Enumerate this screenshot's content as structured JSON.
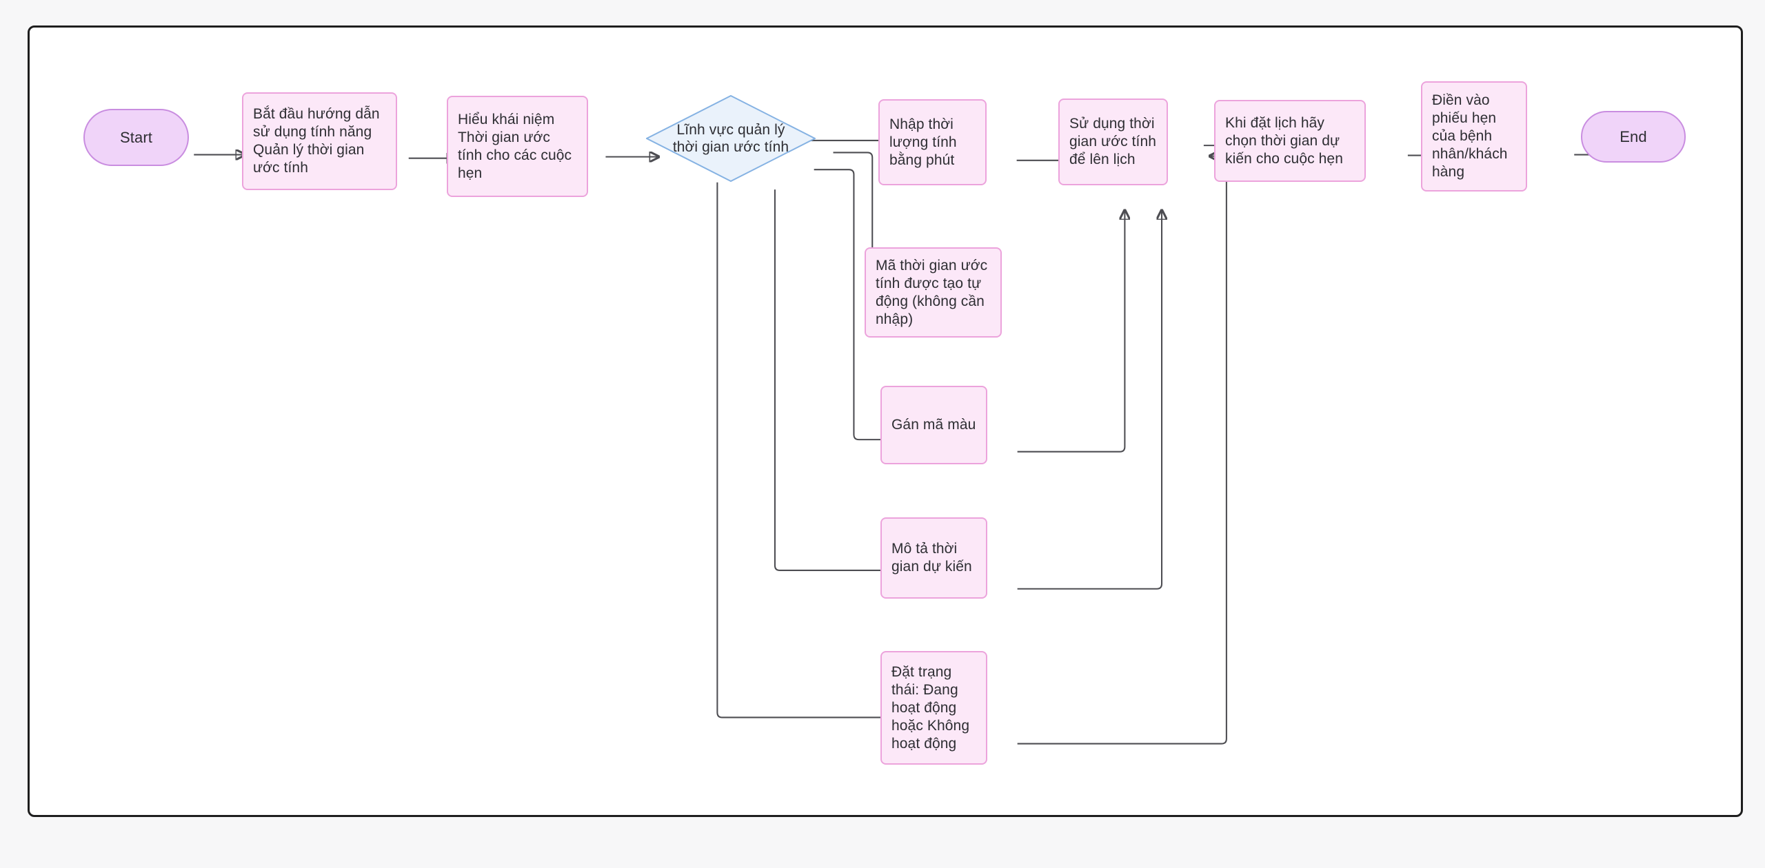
{
  "diagram": {
    "type": "flowchart",
    "direction": "left-to-right",
    "nodes": {
      "start": {
        "label": "Start",
        "shape": "stadium"
      },
      "intro": {
        "label": "Bắt đầu hướng dẫn sử dụng tính năng Quản lý thời gian ước tính",
        "shape": "rect"
      },
      "concept": {
        "label": "Hiểu khái niệm Thời gian ước tính cho các cuộc hẹn",
        "shape": "rect"
      },
      "decision": {
        "label": "Lĩnh vực quản lý thời gian ước tính",
        "shape": "diamond"
      },
      "duration": {
        "label": "Nhập thời lượng tính bằng phút",
        "shape": "rect"
      },
      "autocode": {
        "label": "Mã thời gian ước tính được tạo tự động (không cần nhập)",
        "shape": "rect"
      },
      "colorcode": {
        "label": "Gán mã màu",
        "shape": "rect"
      },
      "description": {
        "label": "Mô tả thời gian dự kiến",
        "shape": "rect"
      },
      "status": {
        "label": "Đặt trạng thái: Đang hoạt động hoặc Không hoạt động",
        "shape": "rect"
      },
      "use": {
        "label": "Sử dụng thời gian ước tính để lên lịch",
        "shape": "rect"
      },
      "booking": {
        "label": "Khi đặt lịch hãy chọn thời gian dự kiến cho cuộc hẹn",
        "shape": "rect"
      },
      "ticket": {
        "label": "Điền vào phiếu hẹn của bệnh nhân/khách hàng",
        "shape": "rect"
      },
      "end": {
        "label": "End",
        "shape": "stadium"
      }
    },
    "edges": [
      {
        "from": "start",
        "to": "intro"
      },
      {
        "from": "intro",
        "to": "concept"
      },
      {
        "from": "concept",
        "to": "decision"
      },
      {
        "from": "decision",
        "to": "duration"
      },
      {
        "from": "decision",
        "to": "autocode"
      },
      {
        "from": "decision",
        "to": "colorcode"
      },
      {
        "from": "decision",
        "to": "description"
      },
      {
        "from": "decision",
        "to": "status"
      },
      {
        "from": "duration",
        "to": "use"
      },
      {
        "from": "colorcode",
        "to": "use"
      },
      {
        "from": "description",
        "to": "use"
      },
      {
        "from": "status",
        "to": "use"
      },
      {
        "from": "use",
        "to": "booking"
      },
      {
        "from": "booking",
        "to": "ticket"
      },
      {
        "from": "ticket",
        "to": "end"
      }
    ],
    "colors": {
      "process_fill": "#fce8f8",
      "process_stroke": "#eca3dc",
      "terminal_fill": "#f0d4f9",
      "terminal_stroke": "#c98de0",
      "decision_fill": "#eaf2fb",
      "decision_stroke": "#85b2e3",
      "edge": "#4d4d52",
      "frame_border": "#1e1e1e",
      "background": "#ffffff"
    }
  }
}
